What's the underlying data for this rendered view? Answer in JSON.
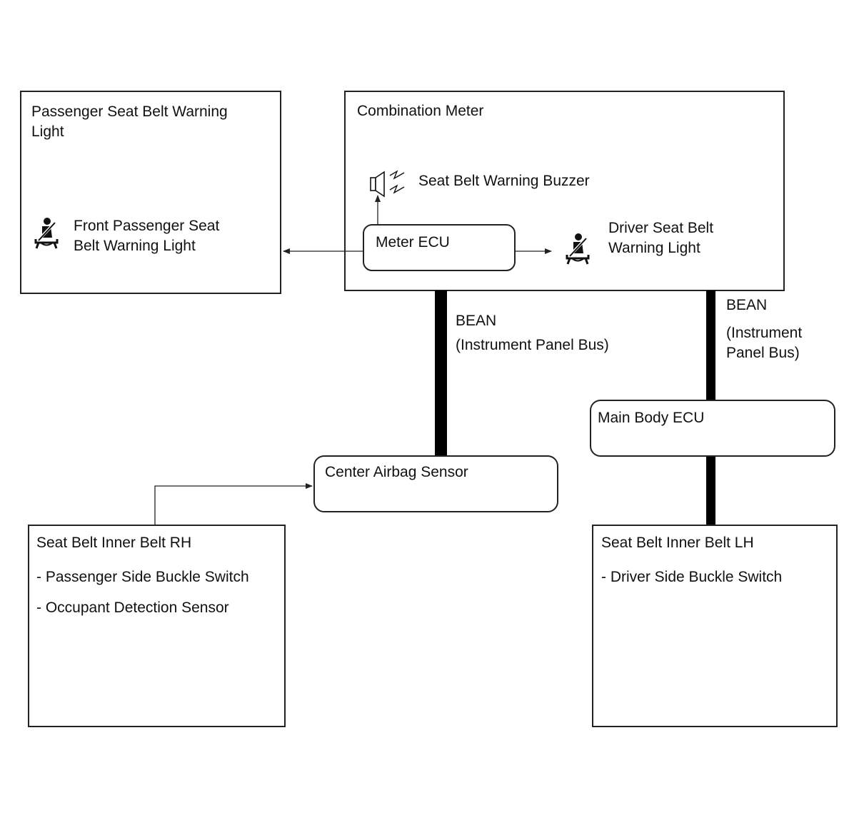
{
  "passenger_light_box": {
    "title_line1": "Passenger Seat Belt Warning",
    "title_line2": "Light",
    "indicator_line1": "Front Passenger Seat",
    "indicator_line2": "Belt Warning Light",
    "indicator_icon": "seat-belt-icon"
  },
  "combination_meter": {
    "title": "Combination Meter",
    "buzzer_label": "Seat Belt Warning Buzzer",
    "buzzer_icon": "speaker-icon",
    "meter_ecu_label": "Meter ECU",
    "driver_light_line1": "Driver Seat Belt",
    "driver_light_line2": "Warning Light",
    "driver_light_icon": "seat-belt-icon"
  },
  "bus_center": {
    "line1": "BEAN",
    "line2": "(Instrument Panel Bus)"
  },
  "bus_right": {
    "line1": "BEAN",
    "line2": "(Instrument",
    "line3": "Panel Bus)"
  },
  "main_body_ecu": {
    "label": "Main Body ECU"
  },
  "center_airbag_sensor": {
    "label": "Center Airbag Sensor"
  },
  "inner_belt_rh": {
    "title": "Seat Belt Inner Belt RH",
    "items": [
      "- Passenger Side Buckle Switch",
      "- Occupant Detection Sensor"
    ]
  },
  "inner_belt_lh": {
    "title": "Seat Belt Inner Belt LH",
    "items": [
      "- Driver Side Buckle Switch"
    ]
  }
}
